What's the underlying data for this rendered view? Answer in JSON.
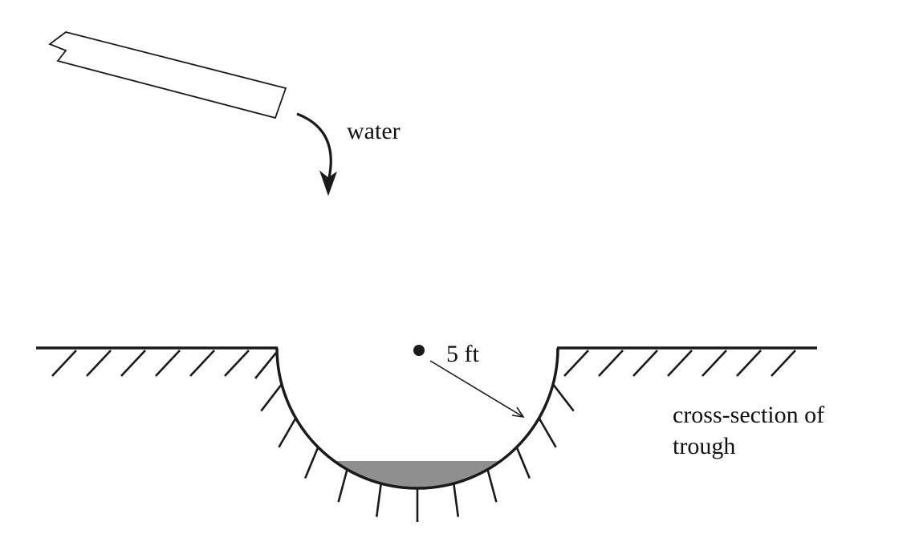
{
  "diagram": {
    "water_label": "water",
    "radius_label": "5 ft",
    "caption": "cross-section of trough",
    "colors": {
      "line": "#1a1a1a",
      "water_fill": "#8f8f8f"
    }
  }
}
